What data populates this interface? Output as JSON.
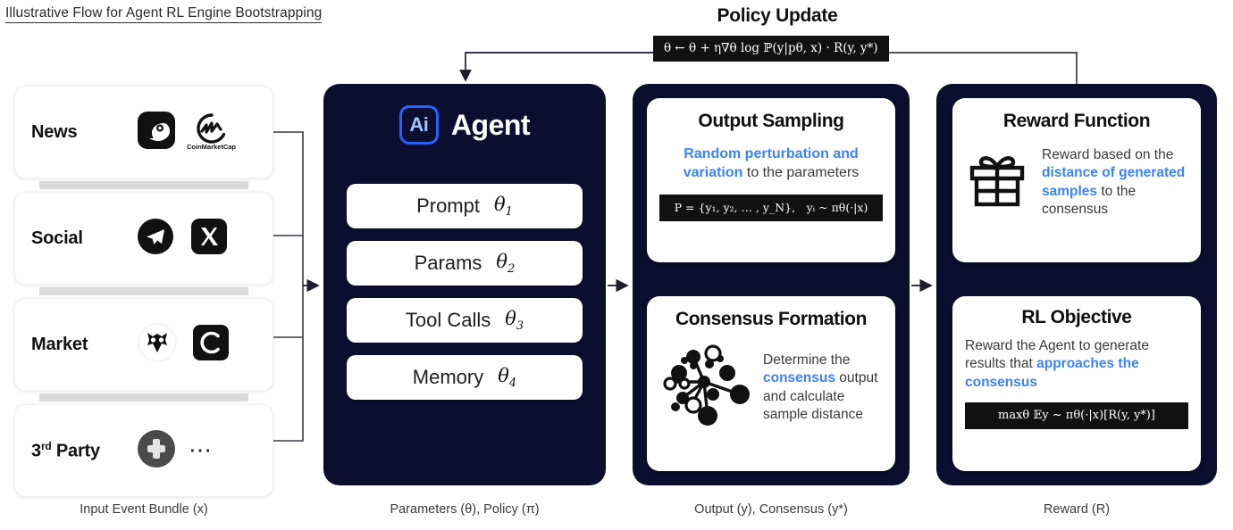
{
  "page": {
    "title": "Illustrative Flow for Agent RL Engine Bootstrapping"
  },
  "policy_update": {
    "title": "Policy Update",
    "formula": "θ ← θ + η∇θ log ℙ(y|pθ, x) · R(y, y*)"
  },
  "inputs": {
    "caption": "Input Event Bundle (x)",
    "rows": [
      {
        "label": "News",
        "icons": [
          "parrot-app-icon",
          "coinmarketcap-logo"
        ],
        "icon_caption": "CoinMarketCap"
      },
      {
        "label": "Social",
        "icons": [
          "telegram-icon",
          "x-twitter-icon"
        ],
        "icon_caption": ""
      },
      {
        "label": "Market",
        "icons": [
          "owl-icon",
          "c-letter-icon"
        ],
        "icon_caption": ""
      },
      {
        "label": "3rd Party",
        "label_base": "3",
        "label_sup": "rd",
        "label_rest": " Party",
        "icons": [
          "x-cross-circle-icon",
          "ellipsis"
        ],
        "icon_caption": ""
      }
    ]
  },
  "agent": {
    "caption": "Parameters (θ), Policy (π)",
    "badge": "Ai",
    "name": "Agent",
    "params": [
      {
        "name": "Prompt",
        "symbol": "θ",
        "sub": "1"
      },
      {
        "name": "Params",
        "symbol": "θ",
        "sub": "2"
      },
      {
        "name": "Tool Calls",
        "symbol": "θ",
        "sub": "3"
      },
      {
        "name": "Memory",
        "symbol": "θ",
        "sub": "4"
      }
    ]
  },
  "output": {
    "caption": "Output (y), Consensus (y*)",
    "sampling": {
      "title": "Output Sampling",
      "text_highlight": "Random perturbation and variation",
      "text_rest": " to the parameters",
      "formula": "P = {y₁, y₂, … , y_N}, yᵢ ~ πθ(·|x)"
    },
    "consensus": {
      "title": "Consensus Formation",
      "icon": "network-graph-icon",
      "text_before": "Determine the ",
      "text_highlight": "consensus",
      "text_after": " output and calculate sample distance"
    }
  },
  "reward": {
    "caption": "Reward (R)",
    "function": {
      "title": "Reward Function",
      "icon": "gift-box-icon",
      "text_before": "Reward based on the ",
      "text_highlight": "distance of generated samples",
      "text_after": " to the consensus"
    },
    "objective": {
      "title": "RL Objective",
      "text_before": "Reward the Agent to generate results that ",
      "text_highlight": "approaches the consensus",
      "formula": "maxθ 𝔼y ~ πθ(·|x)[R(y, y*)]"
    }
  },
  "colors": {
    "panel": "#0b0e2e",
    "accent_blue": "#3c82f6",
    "badge_blue": "#2563ff",
    "formula_bg": "#111111"
  }
}
